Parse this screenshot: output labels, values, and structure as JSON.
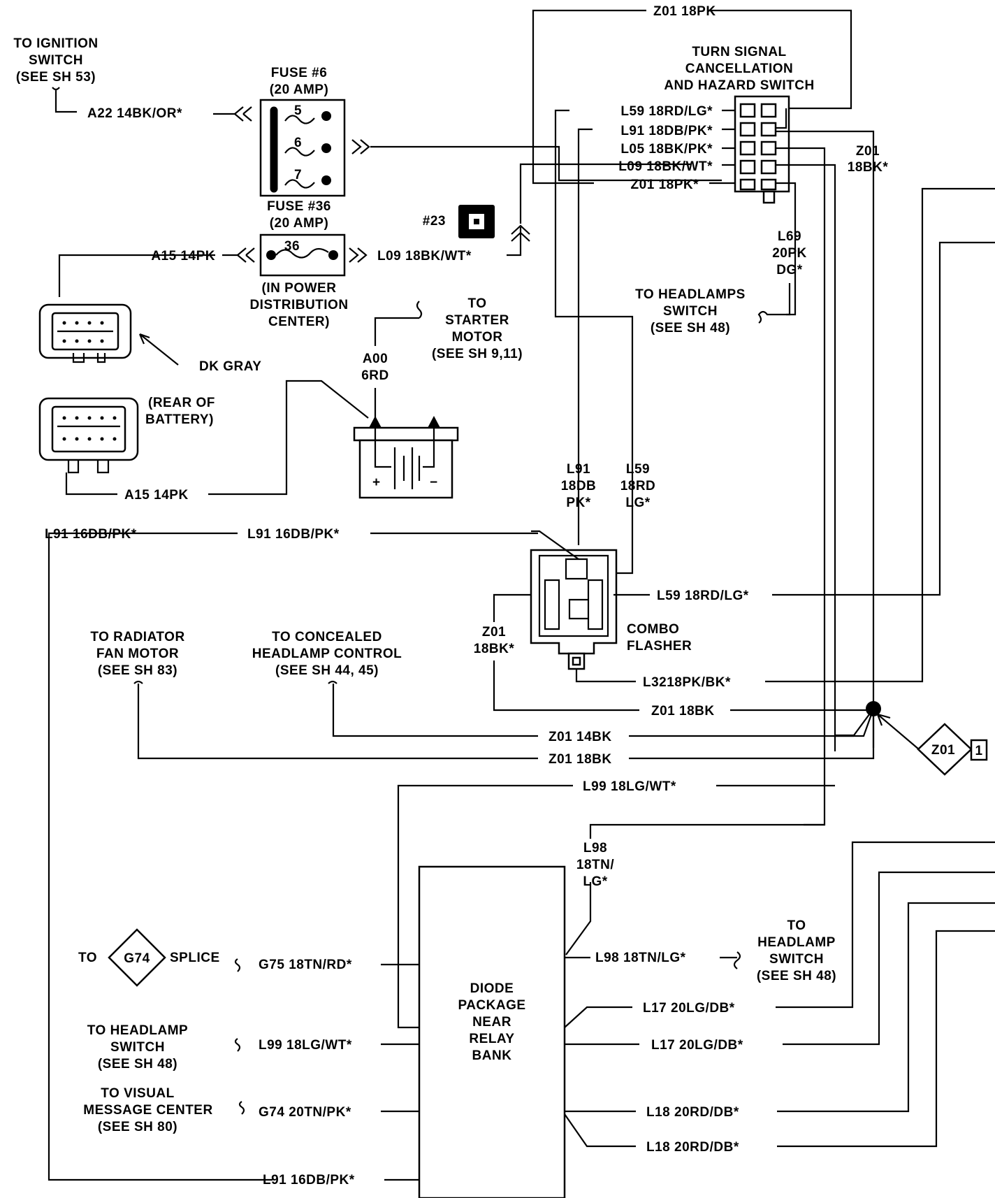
{
  "labels": {
    "ign_1": "TO IGNITION",
    "ign_2": "SWITCH",
    "ign_3": "(SEE SH 53)",
    "a22": "A22 14BK/OR*",
    "fuse6_1": "FUSE #6",
    "fuse6_2": "(20 AMP)",
    "pin5": "5",
    "pin6": "6",
    "pin7": "7",
    "fuse36_1": "FUSE #36",
    "fuse36_2": "(20 AMP)",
    "pin36": "36",
    "pdc_1": "(IN POWER",
    "pdc_2": "DISTRIBUTION",
    "pdc_3": "CENTER)",
    "a15_top": "A15 14PK",
    "l09_mid": "L09 18BK/WT*",
    "conn23": "#23",
    "z01_top": "Z01 18PK",
    "tsc_1": "TURN SIGNAL",
    "tsc_2": "CANCELLATION",
    "tsc_3": "AND HAZARD SWITCH",
    "l59_top": "L59 18RD/LG*",
    "l91_top": "L91 18DB/PK*",
    "l05_top": "L05 18BK/PK*",
    "l09_top": "L09 18BK/WT*",
    "z01_18pk_b": "Z01 18PK*",
    "z01_r1": "Z01",
    "z01_r2": "18BK*",
    "l69_1": "L69",
    "l69_2": "20PK",
    "l69_3": "DG*",
    "hl_a1": "TO HEADLAMPS",
    "hl_a2": "SWITCH",
    "hl_a3": "(SEE SH 48)",
    "st_1": "TO",
    "st_2": "STARTER",
    "st_3": "MOTOR",
    "st_4": "(SEE SH 9,11)",
    "a00_1": "A00",
    "a00_2": "6RD",
    "dkgray": "DK GRAY",
    "rear_1": "(REAR OF",
    "rear_2": "BATTERY)",
    "plus": "+",
    "minus": "−",
    "a15_bot": "A15 14PK",
    "l91v_1": "L91",
    "l91v_2": "18DB",
    "l91v_3": "PK*",
    "l59v_1": "L59",
    "l59v_2": "18RD",
    "l59v_3": "LG*",
    "l91_16_top": "L91 16DB/PK*",
    "l59_right": "L59 18RD/LG*",
    "z01_cf_1": "Z01",
    "z01_cf_2": "18BK*",
    "combo_1": "COMBO",
    "combo_2": "FLASHER",
    "rad_1": "TO RADIATOR",
    "rad_2": "FAN MOTOR",
    "rad_3": "(SEE SH 83)",
    "conc_1": "TO CONCEALED",
    "conc_2": "HEADLAMP CONTROL",
    "conc_3": "(SEE SH 44, 45)",
    "l32": "L3218PK/BK*",
    "z01_18bk": "Z01 18BK",
    "z01_14bk": "Z01 14BK",
    "z01_18bk_b": "Z01 18BK",
    "z01_diamond": "Z01",
    "z01_diamond_num": "1",
    "l99_top": "L99 18LG/WT*",
    "l98v_1": "L98",
    "l98v_2": "18TN/",
    "l98v_3": "LG*",
    "to": "TO",
    "g74": "G74",
    "splice": "SPLICE",
    "g75": "G75 18TN/RD*",
    "l98_h": "L98 18TN/LG*",
    "hs_1": "TO",
    "hs_2": "HEADLAMP",
    "hs_3": "SWITCH",
    "hs_4": "(SEE SH 48)",
    "diode_1": "DIODE",
    "diode_2": "PACKAGE",
    "diode_3": "NEAR",
    "diode_4": "RELAY",
    "diode_5": "BANK",
    "l17_a": "L17 20LG/DB*",
    "l17_b": "L17 20LG/DB*",
    "hl2_1": "TO HEADLAMP",
    "hl2_2": "SWITCH",
    "hl2_3": "(SEE SH 48)",
    "l99_b": "L99 18LG/WT*",
    "vmc_1": "TO VISUAL",
    "vmc_2": "MESSAGE CENTER",
    "vmc_3": "(SEE SH 80)",
    "g74_w": "G74 20TN/PK*",
    "l18_a": "L18 20RD/DB*",
    "l18_b": "L18 20RD/DB*",
    "l91_16_bot": "L91 16DB/PK*"
  }
}
